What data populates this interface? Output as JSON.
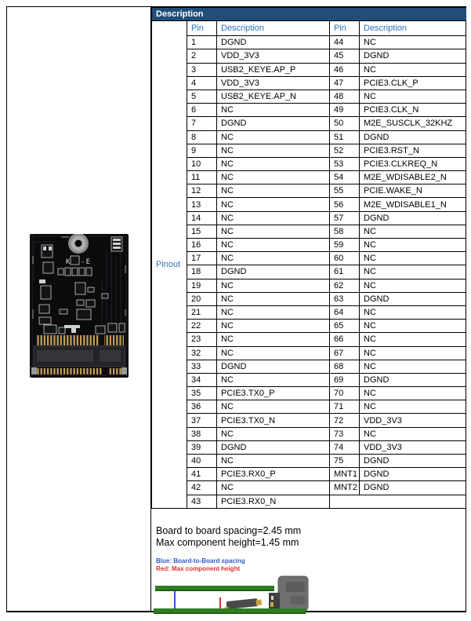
{
  "header": {
    "title": "Description"
  },
  "table": {
    "columns": [
      "Pinout",
      "Pin",
      "Description",
      "Pin",
      "Description"
    ],
    "rows": [
      [
        "1",
        "DGND",
        "44",
        "NC"
      ],
      [
        "2",
        "VDD_3V3",
        "45",
        "DGND"
      ],
      [
        "3",
        "USB2_KEYE.AP_P",
        "46",
        "NC"
      ],
      [
        "4",
        "VDD_3V3",
        "47",
        "PCIE3.CLK_P"
      ],
      [
        "5",
        "USB2_KEYE.AP_N",
        "48",
        "NC"
      ],
      [
        "6",
        "NC",
        "49",
        "PCIE3.CLK_N"
      ],
      [
        "7",
        "DGND",
        "50",
        "M2E_SUSCLK_32KHZ"
      ],
      [
        "8",
        "NC",
        "51",
        "DGND"
      ],
      [
        "9",
        "NC",
        "52",
        "PCIE3.RST_N"
      ],
      [
        "10",
        "NC",
        "53",
        "PCIE3.CLKREQ_N"
      ],
      [
        "11",
        "NC",
        "54",
        "M2E_WDISABLE2_N"
      ],
      [
        "12",
        "NC",
        "55",
        "PCIE.WAKE_N"
      ],
      [
        "13",
        "NC",
        "56",
        "M2E_WDISABLE1_N"
      ],
      [
        "14",
        "NC",
        "57",
        "DGND"
      ],
      [
        "15",
        "NC",
        "58",
        "NC"
      ],
      [
        "16",
        "NC",
        "59",
        "NC"
      ],
      [
        "17",
        "NC",
        "60",
        "NC"
      ],
      [
        "18",
        "DGND",
        "61",
        "NC"
      ],
      [
        "19",
        "NC",
        "62",
        "NC"
      ],
      [
        "20",
        "NC",
        "63",
        "DGND"
      ],
      [
        "21",
        "NC",
        "64",
        "NC"
      ],
      [
        "22",
        "NC",
        "65",
        "NC"
      ],
      [
        "23",
        "NC",
        "66",
        "NC"
      ],
      [
        "32",
        "NC",
        "67",
        "NC"
      ],
      [
        "33",
        "DGND",
        "68",
        "NC"
      ],
      [
        "34",
        "NC",
        "69",
        "DGND"
      ],
      [
        "35",
        "PCIE3.TX0_P",
        "70",
        "NC"
      ],
      [
        "36",
        "NC",
        "71",
        "NC"
      ],
      [
        "37",
        "PCIE3.TX0_N",
        "72",
        "VDD_3V3"
      ],
      [
        "38",
        "NC",
        "73",
        "NC"
      ],
      [
        "39",
        "DGND",
        "74",
        "VDD_3V3"
      ],
      [
        "40",
        "NC",
        "75",
        "DGND"
      ],
      [
        "41",
        "PCIE3.RX0_P",
        "MNT1",
        "DGND"
      ],
      [
        "42",
        "NC",
        "MNT2",
        "DGND"
      ],
      [
        "43",
        "PCIE3.RX0_N",
        null,
        null
      ]
    ]
  },
  "pcb": {
    "label": "KEY-E"
  },
  "notes": {
    "spacing": "Board to board spacing=2.45 mm",
    "height": "Max component height=1.45 mm"
  },
  "legend": {
    "blue": "Blue: Board-to-Board spacing",
    "red": "Red: Max component height"
  },
  "colors": {
    "section_header_bg": "#1F4E79",
    "section_header_text": "#FFFFFF",
    "column_header_text": "#2E74B5",
    "table_border": "#000000",
    "legend_blue": "#3358C4",
    "legend_red": "#E12F2F",
    "board_green": "#2F7D21",
    "connector_gray": "#6F6F6F",
    "pcb_black": "#0B0B0D",
    "gold_pins": "#C7A15C"
  }
}
